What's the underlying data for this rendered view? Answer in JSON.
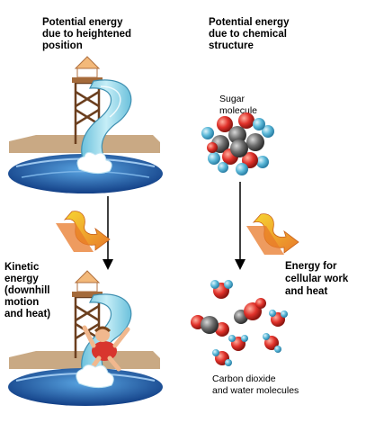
{
  "left_title": "Potential energy\ndue to heightened\nposition",
  "right_title": "Potential energy\ndue to chemical\nstructure",
  "sugar_label": "Sugar\nmolecule",
  "kinetic_label": "Kinetic\nenergy\n(downhill\nmotion\nand heat)",
  "cellular_label": "Energy for\ncellular work\nand heat",
  "products_label": "Carbon dioxide\nand water molecules",
  "colors": {
    "slide": "#8fd3e6",
    "water": "#2a6fb8",
    "deck": "#c9a984",
    "oxygen": "#e0312a",
    "carbon": "#6d6d6d",
    "hydrogen": "#5bb8d8",
    "arrow_yellow": "#f2c21d",
    "arrow_orange": "#e8792a"
  }
}
